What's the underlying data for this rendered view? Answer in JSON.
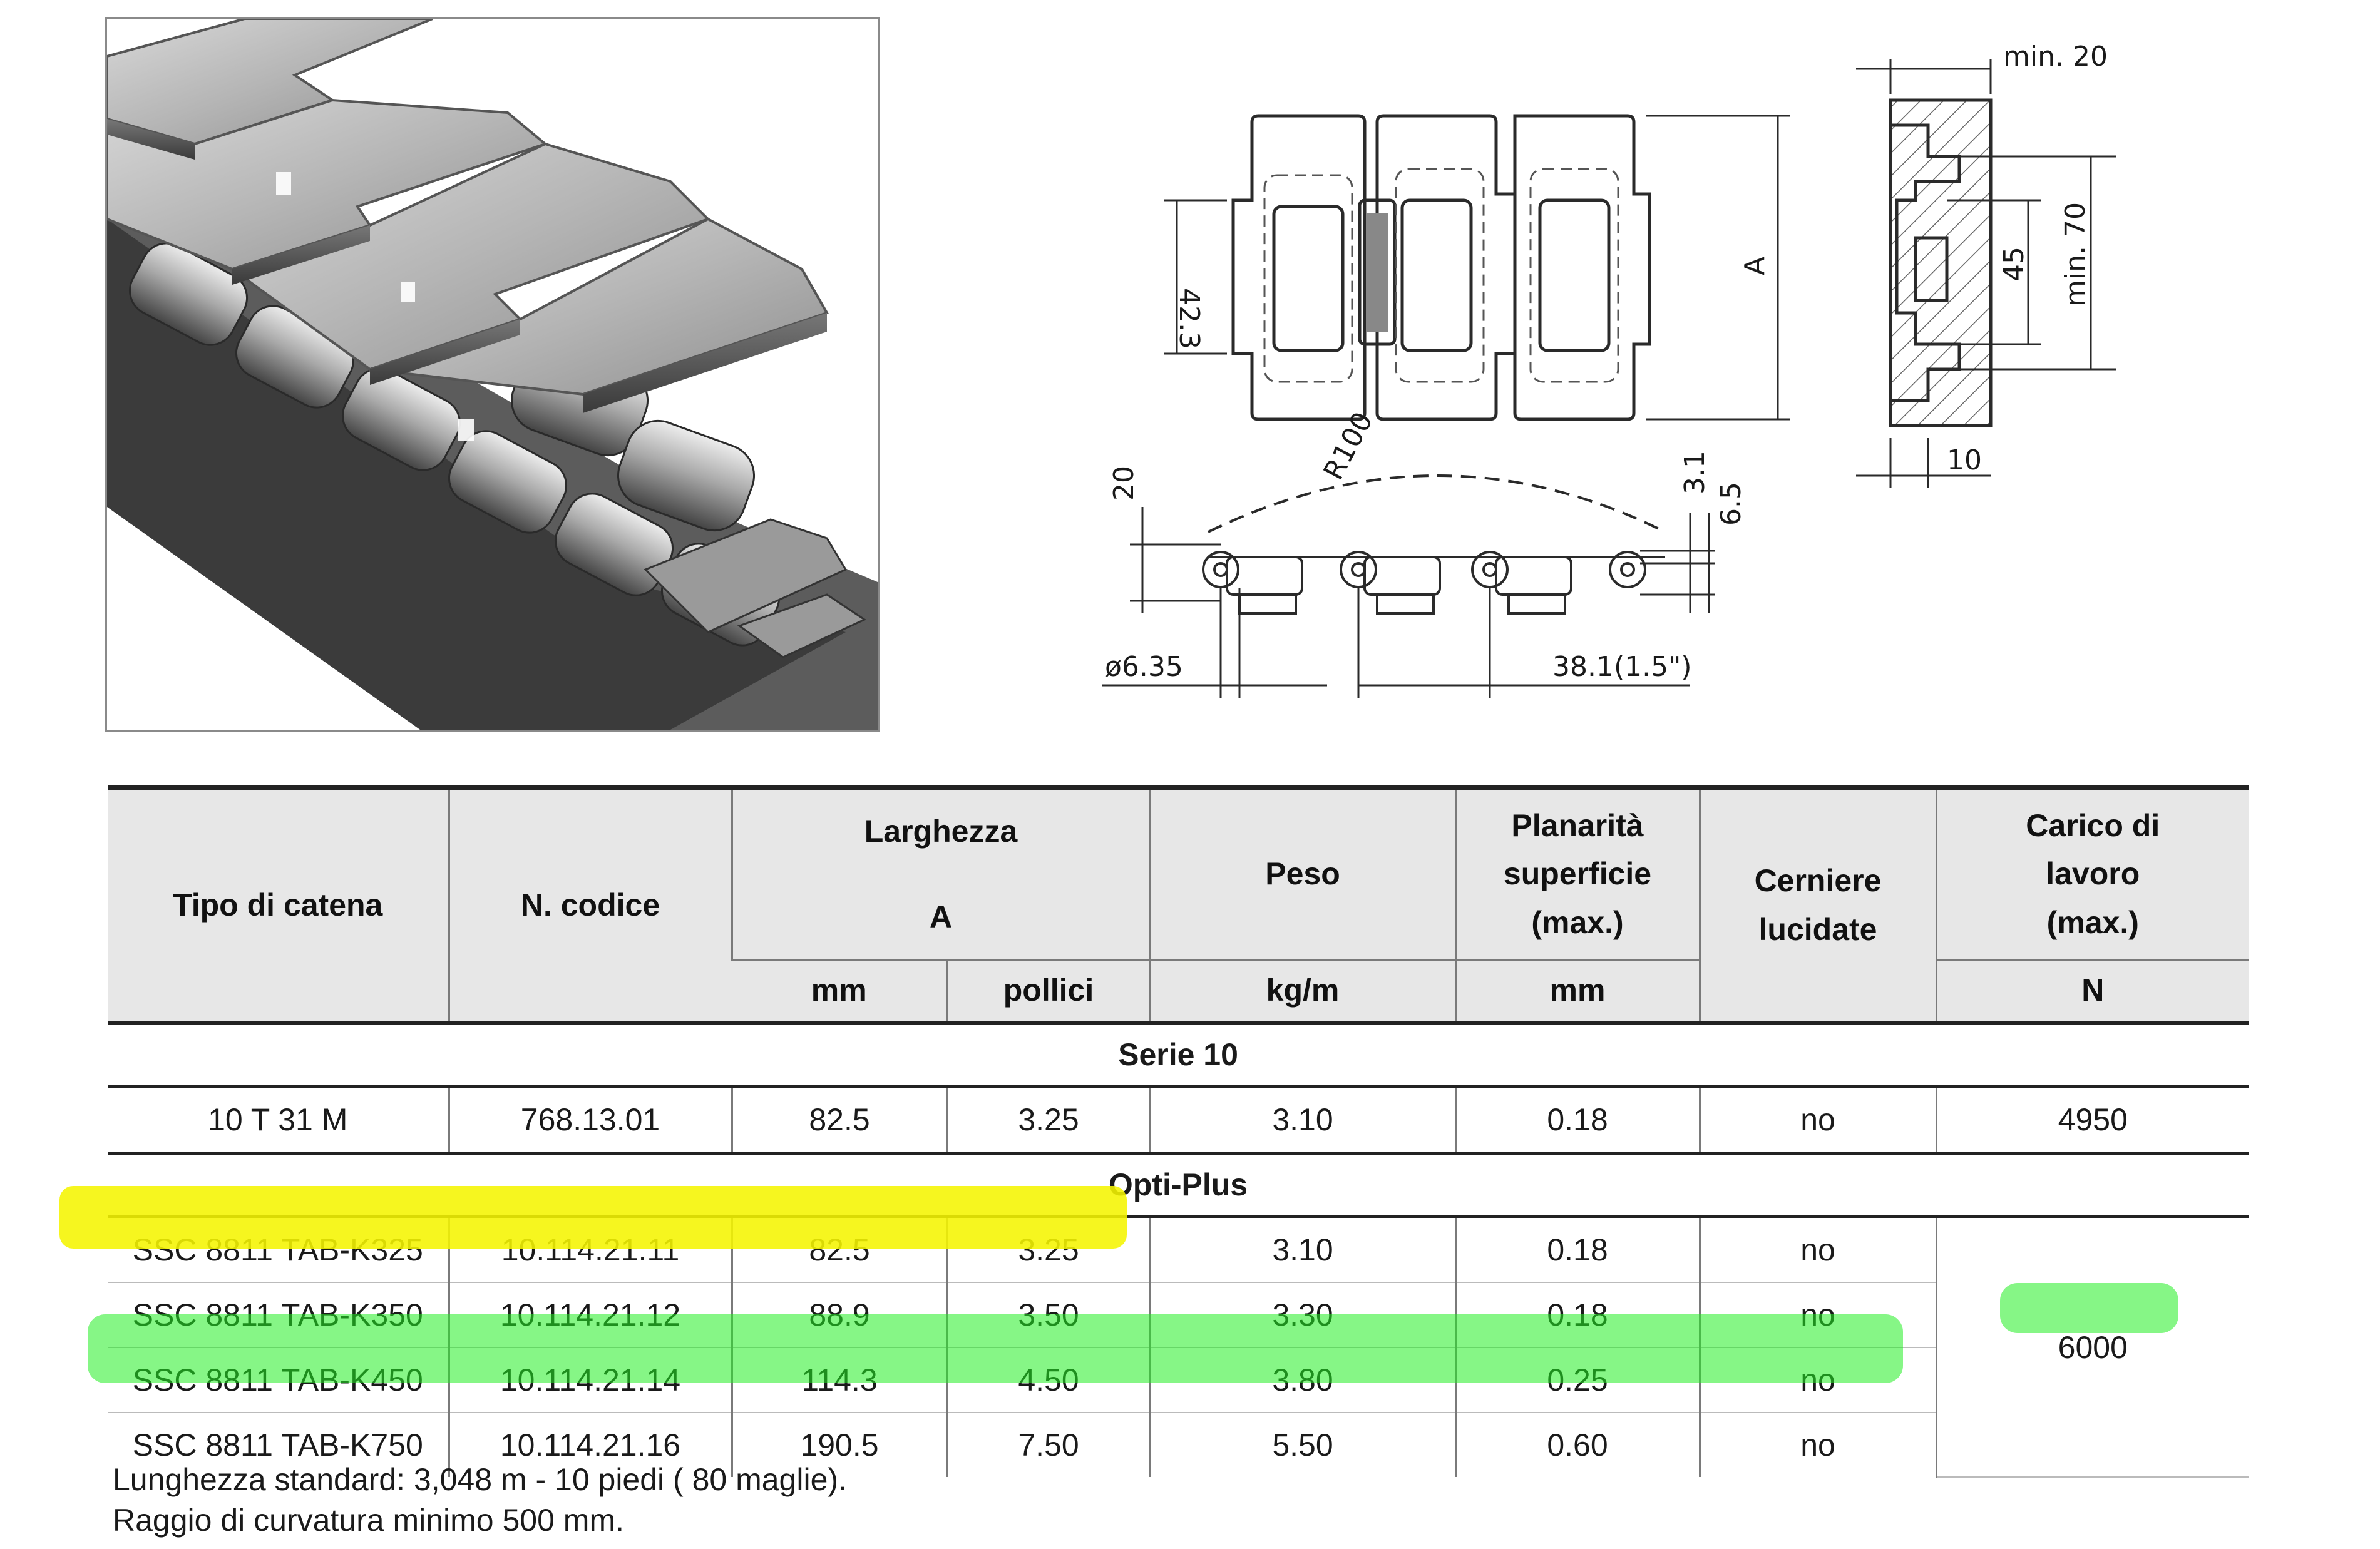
{
  "photo": {
    "alt": ""
  },
  "drawing": {
    "dims": {
      "min20": "min. 20",
      "w42_3": "42.3",
      "a": "A",
      "h45": "45",
      "min70": "min. 70",
      "w10": "10",
      "h20": "20",
      "r100": "R100",
      "t3_1": "3.1",
      "t6_5": "6.5",
      "pin": "ø6.35",
      "pitch": "38.1(1.5\")"
    }
  },
  "table": {
    "headers": {
      "tipo": "Tipo di catena",
      "codice": "N. codice",
      "larghezza_l1": "Larghezza",
      "larghezza_l2": "A",
      "peso": "Peso",
      "planarita_l1": "Planarità",
      "planarita_l2": "superficie",
      "planarita_l3": "(max.)",
      "cerniere_l1": "Cerniere",
      "cerniere_l2": "lucidate",
      "carico_l1": "Carico di",
      "carico_l2": "lavoro",
      "carico_l3": "(max.)"
    },
    "units": {
      "mm": "mm",
      "pollici": "pollici",
      "kgm": "kg/m",
      "planarita_mm": "mm",
      "n": "N"
    },
    "series": [
      {
        "name": "Serie 10",
        "rows": [
          {
            "tipo": "10 T 31 M",
            "codice": "768.13.01",
            "mm": "82.5",
            "pollici": "3.25",
            "peso": "3.10",
            "planarita": "0.18",
            "cerniere": "no",
            "carico": "4950"
          }
        ]
      },
      {
        "name": "Opti-Plus",
        "shared_carico": "6000",
        "rows": [
          {
            "tipo": "SSC 8811 TAB-K325",
            "codice": "10.114.21.11",
            "mm": "82.5",
            "pollici": "3.25",
            "peso": "3.10",
            "planarita": "0.18",
            "cerniere": "no"
          },
          {
            "tipo": "SSC 8811 TAB-K350",
            "codice": "10.114.21.12",
            "mm": "88.9",
            "pollici": "3.50",
            "peso": "3.30",
            "planarita": "0.18",
            "cerniere": "no"
          },
          {
            "tipo": "SSC 8811 TAB-K450",
            "codice": "10.114.21.14",
            "mm": "114.3",
            "pollici": "4.50",
            "peso": "3.80",
            "planarita": "0.25",
            "cerniere": "no"
          },
          {
            "tipo": "SSC 8811 TAB-K750",
            "codice": "10.114.21.16",
            "mm": "190.5",
            "pollici": "7.50",
            "peso": "5.50",
            "planarita": "0.60",
            "cerniere": "no"
          }
        ]
      }
    ]
  },
  "notes": {
    "line1": "Lunghezza standard: 3,048 m - 10 piedi ( 80 maglie).",
    "line2": "Raggio di curvatura minimo 500 mm."
  },
  "highlights": {
    "yellow_color": "#f5f500",
    "green_color": "#22ee22"
  }
}
